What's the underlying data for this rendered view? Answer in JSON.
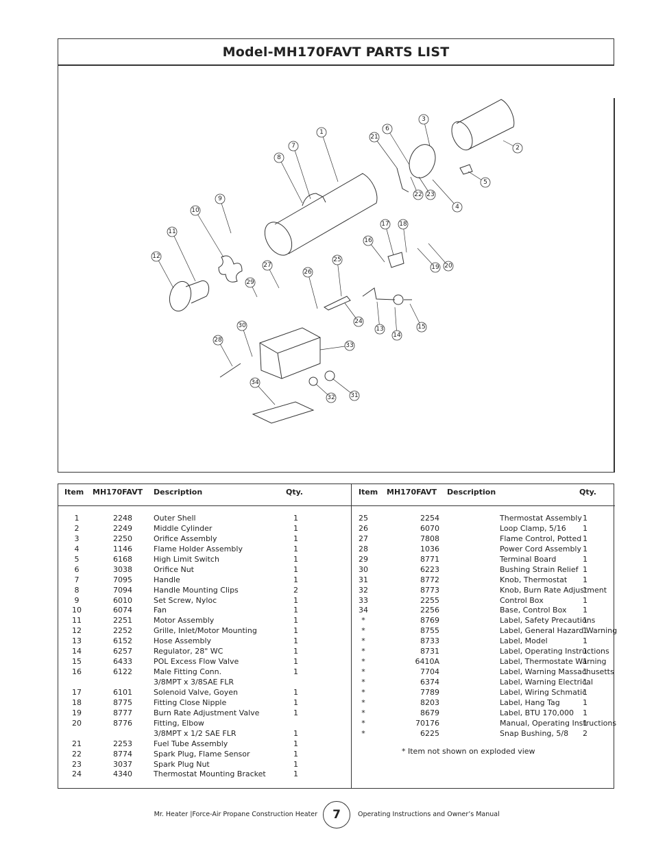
{
  "title": "Model-MH170FAVT  PARTS LIST",
  "diagram": {
    "callouts": [
      "1",
      "2",
      "3",
      "4",
      "5",
      "6",
      "7",
      "8",
      "9",
      "10",
      "11",
      "12",
      "13",
      "14",
      "15",
      "16",
      "17",
      "18",
      "19",
      "20",
      "21",
      "22",
      "23",
      "24",
      "25",
      "26",
      "27",
      "28",
      "29",
      "30",
      "31",
      "32",
      "33",
      "34"
    ]
  },
  "table_headers": {
    "item": "Item",
    "model": "MH170FAVT",
    "description": "Description",
    "qty": "Qty."
  },
  "left_rows": [
    {
      "item": "1",
      "part": "2248",
      "desc": "Outer Shell",
      "qty": "1"
    },
    {
      "item": "2",
      "part": "2249",
      "desc": "Middle Cylinder",
      "qty": "1"
    },
    {
      "item": "3",
      "part": "2250",
      "desc": "Orifice Assembly",
      "qty": "1"
    },
    {
      "item": "4",
      "part": "1146",
      "desc": "Flame Holder Assembly",
      "qty": "1"
    },
    {
      "item": "5",
      "part": "6168",
      "desc": "High Limit Switch",
      "qty": "1"
    },
    {
      "item": "6",
      "part": "3038",
      "desc": "Orifice Nut",
      "qty": "1"
    },
    {
      "item": "7",
      "part": "7095",
      "desc": "Handle",
      "qty": "1"
    },
    {
      "item": "8",
      "part": "7094",
      "desc": "Handle Mounting Clips",
      "qty": "2"
    },
    {
      "item": "9",
      "part": "6010",
      "desc": "Set Screw, Nyloc",
      "qty": "1"
    },
    {
      "item": "10",
      "part": "6074",
      "desc": "Fan",
      "qty": "1"
    },
    {
      "item": "11",
      "part": "2251",
      "desc": "Motor Assembly",
      "qty": "1"
    },
    {
      "item": "12",
      "part": "2252",
      "desc": "Grille, Inlet/Motor Mounting",
      "qty": "1"
    },
    {
      "item": "13",
      "part": "6152",
      "desc": "Hose Assembly",
      "qty": "1"
    },
    {
      "item": "14",
      "part": "6257",
      "desc": "Regulator, 28\" WC",
      "qty": "1"
    },
    {
      "item": "15",
      "part": "6433",
      "desc": "POL Excess Flow Valve",
      "qty": "1"
    },
    {
      "item": "16",
      "part": "6122",
      "desc": "Male Fitting Conn.",
      "qty": "1"
    },
    {
      "item": "",
      "part": "",
      "desc": "3/8MPT x 3/8SAE FLR",
      "qty": ""
    },
    {
      "item": "17",
      "part": "6101",
      "desc": "Solenoid Valve, Goyen",
      "qty": "1"
    },
    {
      "item": "18",
      "part": "8775",
      "desc": "Fitting Close Nipple",
      "qty": "1"
    },
    {
      "item": "19",
      "part": "8777",
      "desc": "Burn Rate Adjustment Valve",
      "qty": "1"
    },
    {
      "item": "20",
      "part": "8776",
      "desc": "Fitting, Elbow",
      "qty": ""
    },
    {
      "item": "",
      "part": "",
      "desc": "3/8MPT x 1/2 SAE FLR",
      "qty": "1"
    },
    {
      "item": "21",
      "part": "2253",
      "desc": "Fuel Tube Assembly",
      "qty": "1"
    },
    {
      "item": "22",
      "part": "8774",
      "desc": "Spark Plug, Flame Sensor",
      "qty": "1"
    },
    {
      "item": "23",
      "part": "3037",
      "desc": "Spark Plug Nut",
      "qty": "1"
    },
    {
      "item": "24",
      "part": "4340",
      "desc": "Thermostat Mounting Bracket",
      "qty": "1"
    }
  ],
  "right_rows": [
    {
      "item": "25",
      "part": "2254",
      "desc": "Thermostat Assembly",
      "qty": "1"
    },
    {
      "item": "26",
      "part": "6070",
      "desc": "Loop Clamp, 5/16",
      "qty": "1"
    },
    {
      "item": "27",
      "part": "7808",
      "desc": "Flame Control, Potted",
      "qty": "1"
    },
    {
      "item": "28",
      "part": "1036",
      "desc": "Power Cord Assembly",
      "qty": "1"
    },
    {
      "item": "29",
      "part": "8771",
      "desc": "Terminal Board",
      "qty": "1"
    },
    {
      "item": "30",
      "part": "6223",
      "desc": "Bushing Strain Relief",
      "qty": "1"
    },
    {
      "item": "31",
      "part": "8772",
      "desc": "Knob, Thermostat",
      "qty": "1"
    },
    {
      "item": "32",
      "part": "8773",
      "desc": "Knob, Burn Rate Adjustment",
      "qty": "1"
    },
    {
      "item": "33",
      "part": "2255",
      "desc": "Control Box",
      "qty": "1"
    },
    {
      "item": "34",
      "part": "2256",
      "desc": "Base, Control Box",
      "qty": "1"
    },
    {
      "item": "*",
      "part": "8769",
      "desc": "Label, Safety Precautions",
      "qty": "1"
    },
    {
      "item": "*",
      "part": "8755",
      "desc": "Label, General Hazard Warning",
      "qty": "1"
    },
    {
      "item": "*",
      "part": "8733",
      "desc": "Label, Model",
      "qty": "1"
    },
    {
      "item": "*",
      "part": "8731",
      "desc": "Label, Operating Instructions",
      "qty": "1"
    },
    {
      "item": "*",
      "part": "6410A",
      "desc": "Label, Thermostate Warning",
      "qty": "1"
    },
    {
      "item": "*",
      "part": "7704",
      "desc": "Label, Warning Massachusetts",
      "qty": "1"
    },
    {
      "item": "*",
      "part": "6374",
      "desc": "Label, Warning Electrical",
      "qty": "1"
    },
    {
      "item": "*",
      "part": "7789",
      "desc": "Label, Wiring Schmatic",
      "qty": "1"
    },
    {
      "item": "*",
      "part": "8203",
      "desc": "Label, Hang Tag",
      "qty": "1"
    },
    {
      "item": "*",
      "part": "8679",
      "desc": "Label, BTU 170,000",
      "qty": "1"
    },
    {
      "item": "*",
      "part": "70176",
      "desc": "Manual, Operating Instructions",
      "qty": "1"
    },
    {
      "item": "*",
      "part": "6225",
      "desc": "Snap Bushing, 5/8",
      "qty": "2"
    }
  ],
  "note": "* Item not shown on exploded view",
  "footer": {
    "left": "Mr. Heater |Force-Air Propane Construction Heater",
    "page": "7",
    "right": "Operating Instructions and Owner’s Manual"
  }
}
